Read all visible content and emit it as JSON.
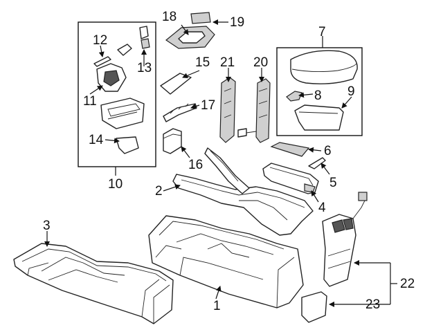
{
  "callouts": [
    {
      "id": "1",
      "text": "1"
    },
    {
      "id": "2",
      "text": "2"
    },
    {
      "id": "3",
      "text": "3"
    },
    {
      "id": "4",
      "text": "4"
    },
    {
      "id": "5",
      "text": "5"
    },
    {
      "id": "6",
      "text": "6"
    },
    {
      "id": "7",
      "text": "7"
    },
    {
      "id": "8",
      "text": "8"
    },
    {
      "id": "9",
      "text": "9"
    },
    {
      "id": "10",
      "text": "10"
    },
    {
      "id": "11",
      "text": "11"
    },
    {
      "id": "12",
      "text": "12"
    },
    {
      "id": "13",
      "text": "13"
    },
    {
      "id": "14",
      "text": "14"
    },
    {
      "id": "15",
      "text": "15"
    },
    {
      "id": "16",
      "text": "16"
    },
    {
      "id": "17",
      "text": "17"
    },
    {
      "id": "18",
      "text": "18"
    },
    {
      "id": "19",
      "text": "19"
    },
    {
      "id": "20",
      "text": "20"
    },
    {
      "id": "21",
      "text": "21"
    },
    {
      "id": "22",
      "text": "22"
    },
    {
      "id": "23",
      "text": "23"
    }
  ],
  "colors": {
    "line": "#222222",
    "background": "#ffffff",
    "fill_shade": "#cfcfcf"
  }
}
